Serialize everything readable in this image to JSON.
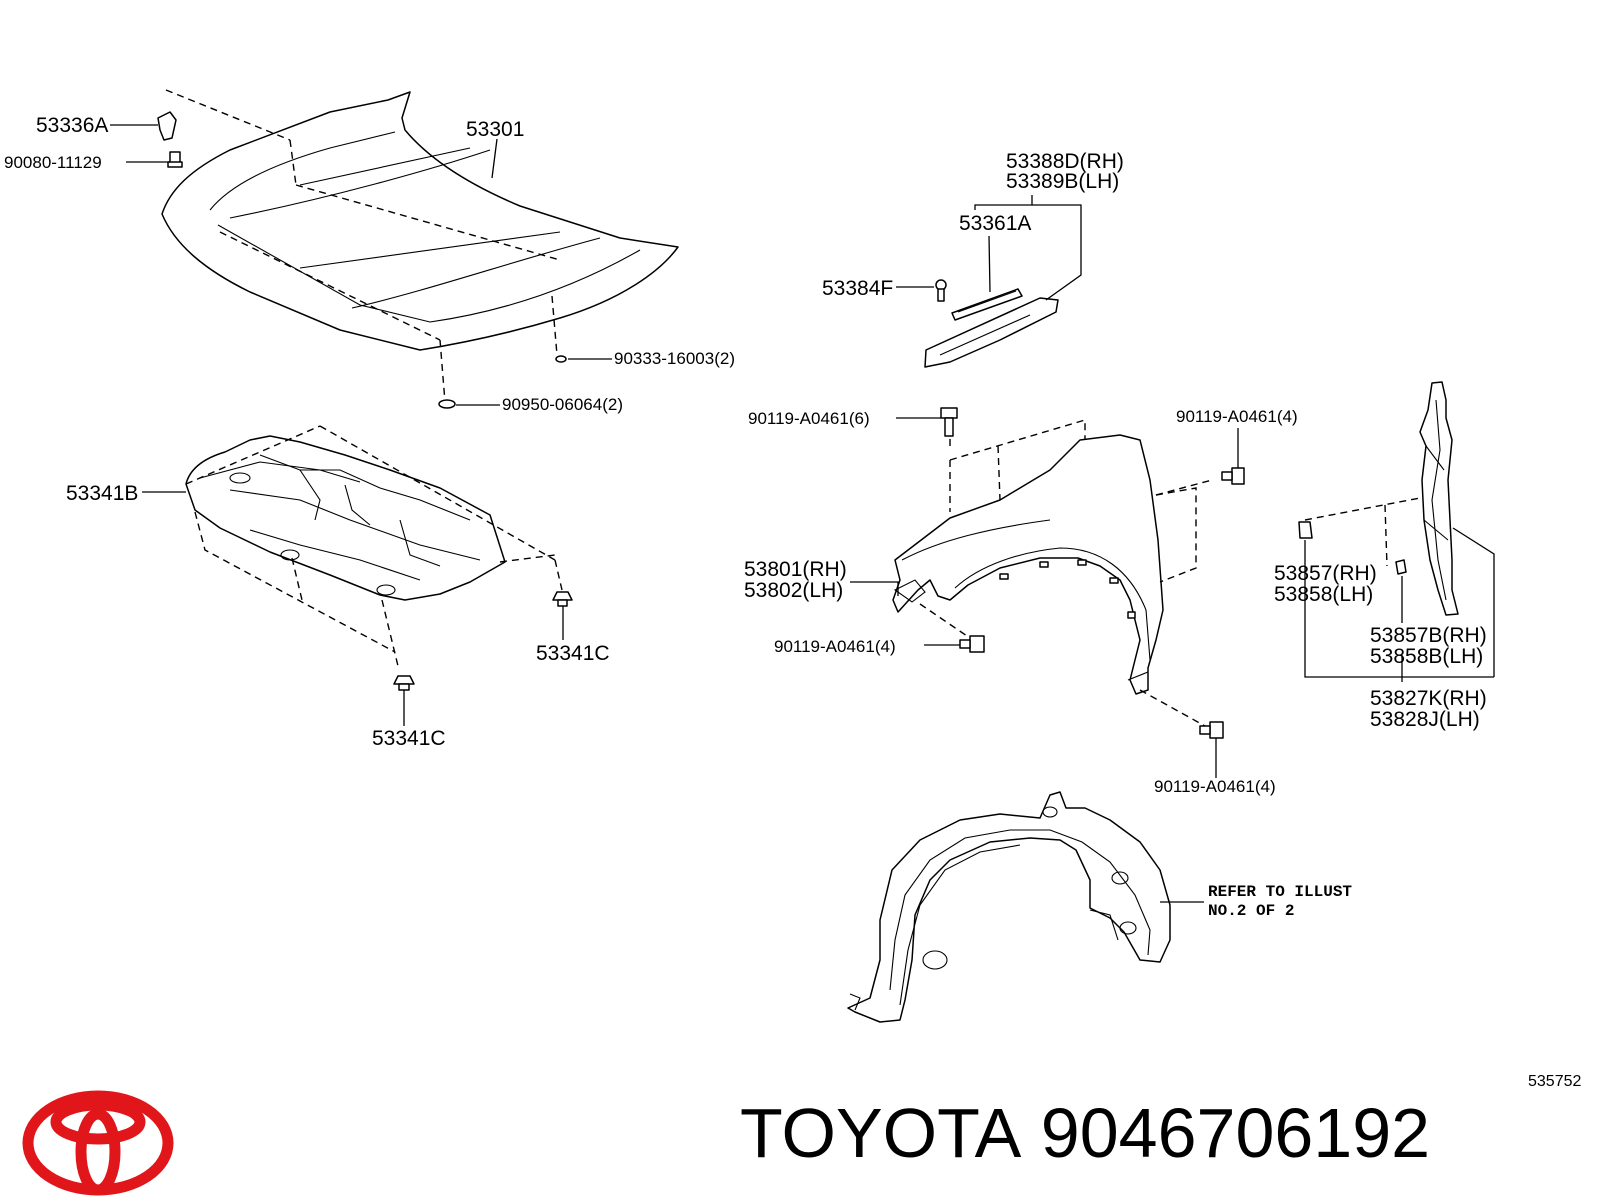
{
  "labels": {
    "hood_hinge_bracket": "53336A",
    "hood_bolt": "90080-11129",
    "hood": "53301",
    "hood_clip_a": "90333-16003(2)",
    "hood_cushion": "90950-06064(2)",
    "hood_insulator": "53341B",
    "insulator_clip_right": "53341C",
    "insulator_clip_bottom": "53341C",
    "seal_rh": "53388D(RH)",
    "seal_lh": "53389B(LH)",
    "seal_strip": "53361A",
    "seal_clip": "53384F",
    "fender_bolt_top": "90119-A0461(6)",
    "fender_bolt_rear": "90119-A0461(4)",
    "fender_rh": "53801(RH)",
    "fender_lh": "53802(LH)",
    "fender_bolt_front": "90119-A0461(4)",
    "fender_bolt_bottom": "90119-A0461(4)",
    "bracket_seal_rh": "53857(RH)",
    "bracket_seal_lh": "53858(LH)",
    "bracket_clip_rh": "53857B(RH)",
    "bracket_clip_lh": "53858B(LH)",
    "side_seal_rh": "53827K(RH)",
    "side_seal_lh": "53828J(LH)"
  },
  "note": {
    "line1": "REFER TO ILLUST",
    "line2": "NO.2 OF 2"
  },
  "diagram_code": "535752",
  "brand": {
    "name": "TOYOTA",
    "part_number": "9046706192",
    "logo_color": "#e0161b"
  }
}
